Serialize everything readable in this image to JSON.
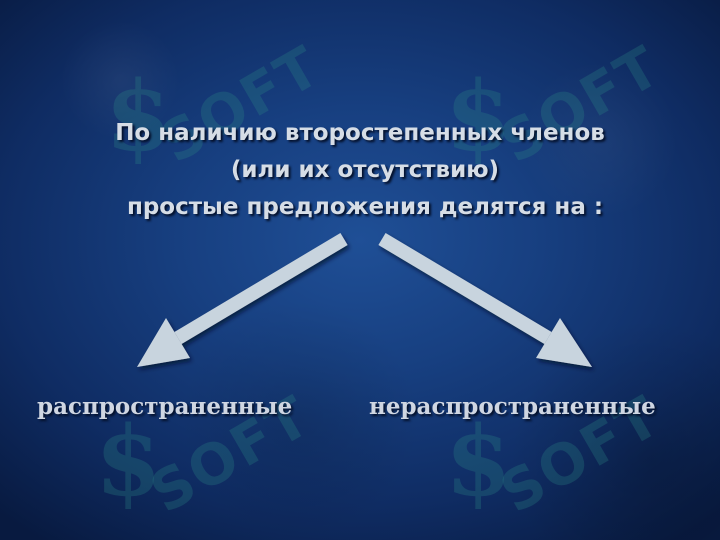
{
  "slide": {
    "heading_lines": [
      "По наличию второстепенных членов",
      "(или их отсутствию)",
      "простые предложения делятся на :"
    ],
    "branches": {
      "left": "распространенные",
      "right": "нераспространенные"
    },
    "watermark": {
      "text": "SOFT",
      "glyph": "$"
    },
    "colors": {
      "background": "#173f80",
      "text": "#d6dde6",
      "arrow": "#c8d4de",
      "watermark": "#2c8a86"
    },
    "arrows": [
      "arrow-to-left-branch",
      "arrow-to-right-branch"
    ]
  }
}
